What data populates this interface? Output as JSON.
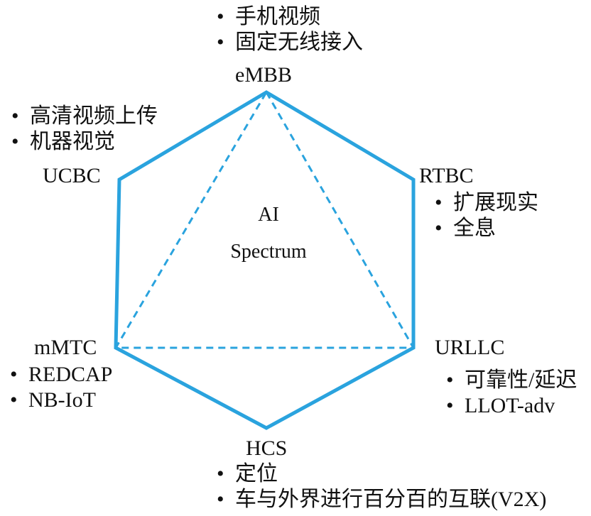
{
  "colors": {
    "hexagon_stroke": "#2aa3de",
    "triangle_stroke": "#2aa3de",
    "text": "#111111"
  },
  "bullet_glyph": "•",
  "center": {
    "line1": "AI",
    "line2": "Spectrum"
  },
  "nodes": {
    "embb": {
      "label": "eMBB",
      "items": [
        "手机视频",
        "固定无线接入"
      ]
    },
    "rtbc": {
      "label": "RTBC",
      "items": [
        "扩展现实",
        "全息"
      ]
    },
    "urllc": {
      "label": "URLLC",
      "items": [
        "可靠性/延迟",
        "LLOT-adv"
      ]
    },
    "hcs": {
      "label": "HCS",
      "items": [
        "定位",
        "车与外界进行百分百的互联(V2X)"
      ]
    },
    "mmtc": {
      "label": "mMTC",
      "items": [
        "REDCAP",
        "NB-IoT"
      ]
    },
    "ucbc": {
      "label": "UCBC",
      "items": [
        "高清视频上传",
        "机器视觉"
      ]
    }
  }
}
